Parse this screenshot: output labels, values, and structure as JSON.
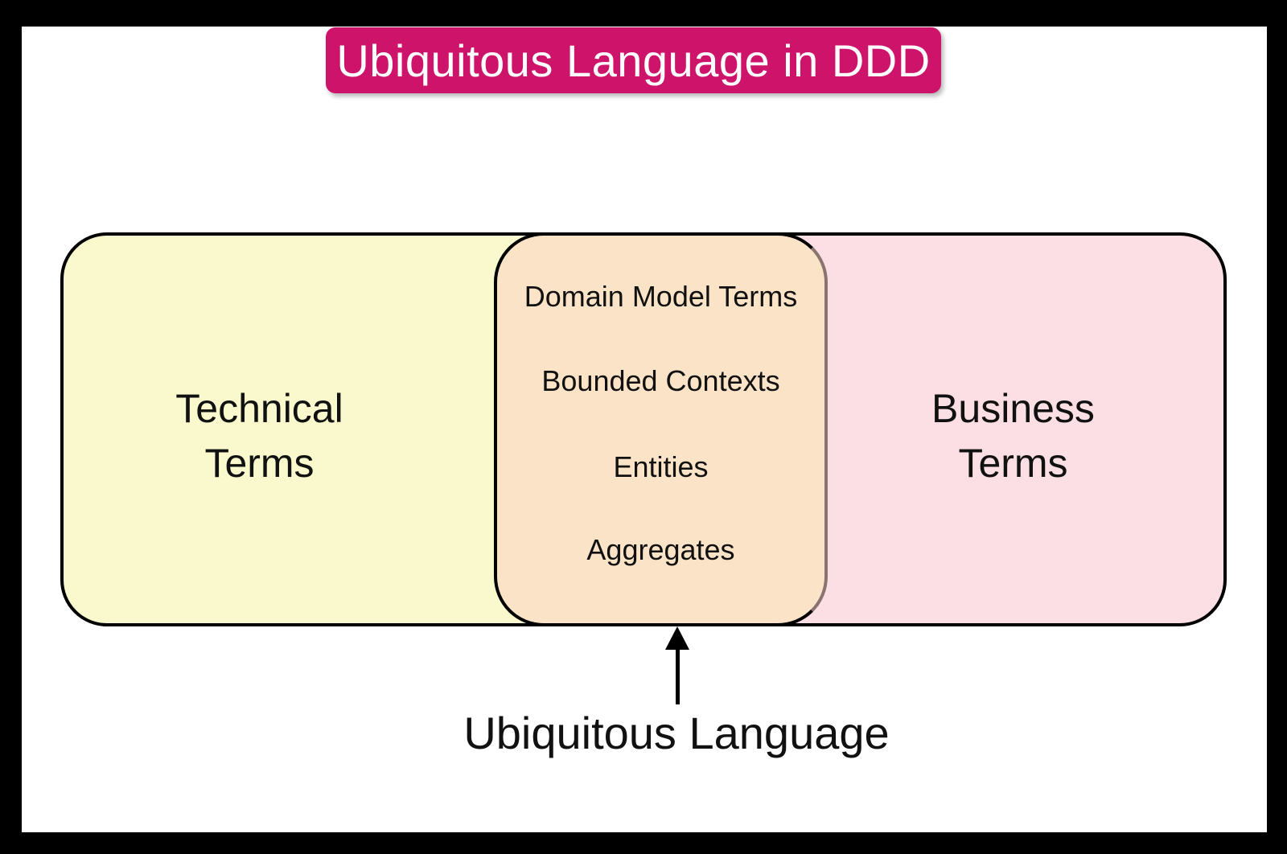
{
  "title": "Ubiquitous Language in DDD",
  "venn": {
    "left_label": "Technical\nTerms",
    "right_label": "Business\nTerms",
    "overlap_items": [
      "Domain Model Terms",
      "Bounded Contexts",
      "Entities",
      "Aggregates"
    ],
    "annotation": "Ubiquitous Language"
  },
  "colors": {
    "banner_background": "#CE136B",
    "banner_text": "#FFFFFF",
    "left_region_fill": "#FAF9CE",
    "overlap_region_fill": "#FBE3C7",
    "right_region_fill": "#FCDFE5",
    "outline": "#000000",
    "overlap_right_outline": "#8B7470",
    "frame": "#000000"
  }
}
